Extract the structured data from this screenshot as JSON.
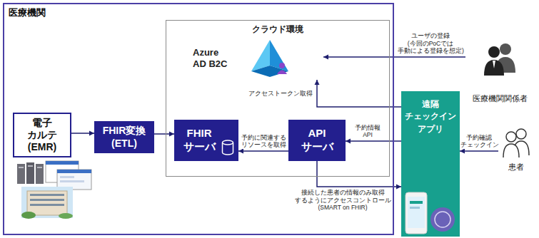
{
  "diagram": {
    "nodes": [
      {
        "text": [
          "医療機関"
        ]
      },
      {
        "text": [
          "クラウド環境"
        ],
        "in": 0
      },
      {
        "text": [
          "Azure AD B2C"
        ],
        "in": 1
      },
      {
        "text": [
          "FHIR サーバ"
        ],
        "in": 1
      },
      {
        "text": [
          "API サーバ"
        ],
        "in": 1
      },
      {
        "text": [
          "電子 カルテ (EMR)"
        ],
        "in": 0
      },
      {
        "text": [
          "FHIR変換 (ETL)"
        ],
        "in": 0
      },
      {
        "text": [
          "遠隔 チェックイン アプリ"
        ]
      },
      {
        "text": [
          "医療機関関係者"
        ]
      },
      {
        "text": [
          "患者"
        ]
      }
    ],
    "edges": [
      {
        "from": 5,
        "to": 6,
        "arrow": "to"
      },
      {
        "from": 6,
        "to": 3,
        "arrow": "to"
      },
      {
        "from": 4,
        "to": 3,
        "label": "予約に関連する リソースを取得",
        "arrow": "to"
      },
      {
        "from": 7,
        "to": 2,
        "label": "アクセストークン取得",
        "arrow": "to"
      },
      {
        "from": 7,
        "to": 4,
        "label": "予約情報 API",
        "arrow": "to"
      },
      {
        "from": 4,
        "to": 7,
        "label": "接続した患者の情報のみ取得 するようにアクセスコントロール (SMART on FHIR)",
        "arrow": "to"
      },
      {
        "from": 8,
        "to": 2,
        "label": "ユーザの登録 (今回のPoCでは 手動による登録を想定)",
        "arrow": "to"
      },
      {
        "from": 9,
        "to": 7,
        "label": "予約確認 チェックイン",
        "arrow": "to"
      }
    ]
  }
}
